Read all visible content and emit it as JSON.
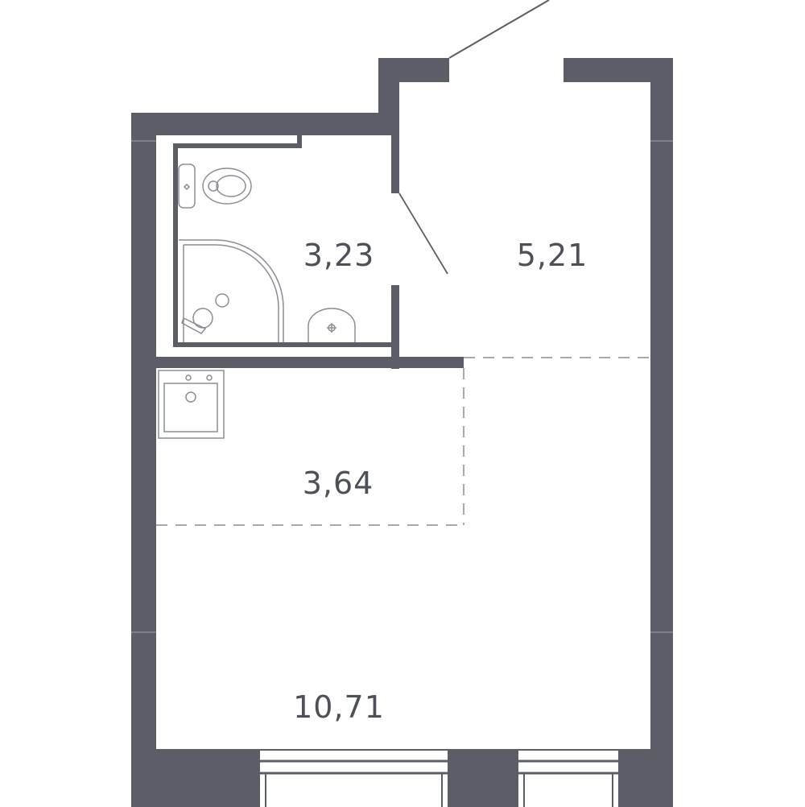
{
  "plan": {
    "rooms": [
      {
        "id": "bathroom",
        "area": "3,23"
      },
      {
        "id": "hallway",
        "area": "5,21"
      },
      {
        "id": "kitchen",
        "area": "3,64"
      },
      {
        "id": "living-room",
        "area": "10,71"
      }
    ],
    "colors": {
      "wall": "#5b5e66",
      "fixture": "#8a8d93",
      "label": "#4d5058",
      "background": "#ffffff"
    },
    "icons": [
      "toilet-icon",
      "shower-icon",
      "bathroom-sink-icon",
      "kitchen-sink-icon",
      "window-icon",
      "door-swing-icon"
    ]
  }
}
